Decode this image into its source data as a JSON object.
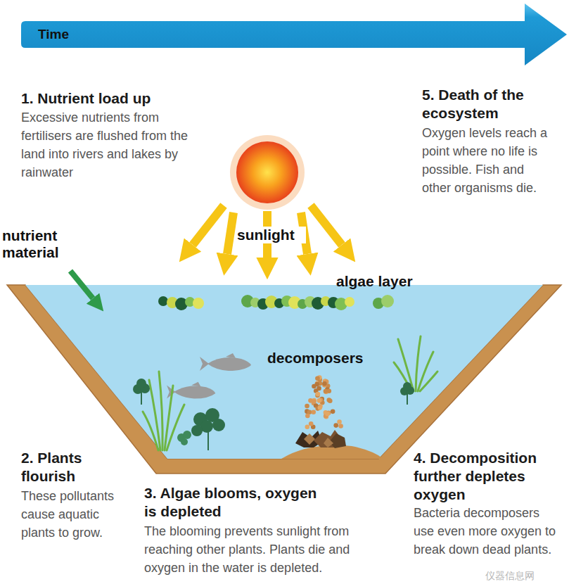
{
  "diagram": {
    "nodes": [
      {
        "text": [
          "Time"
        ]
      }
    ],
    "labels": [
      "1. Nutrient load up",
      "Excessive nutrients from fertilisers are flushed from the land into rivers and lakes by rainwater",
      "5. Death of the ecosystem",
      "Oxygen levels reach a point where no life is possible. Fish and other organisms die.",
      "nutrient material",
      "sunlight",
      "algae layer",
      "decomposers",
      "2. Plants flourish",
      "These pollutants cause aquatic plants to grow.",
      "3. Algae blooms, oxygen is depleted",
      "The blooming prevents sunlight from reaching other plants. Plants die and oxygen in the water is depleted.",
      "4. Decomposition further depletes oxygen",
      "Bacteria decomposers use even more oxygen to break down dead plants.",
      "仪器信息网"
    ]
  }
}
